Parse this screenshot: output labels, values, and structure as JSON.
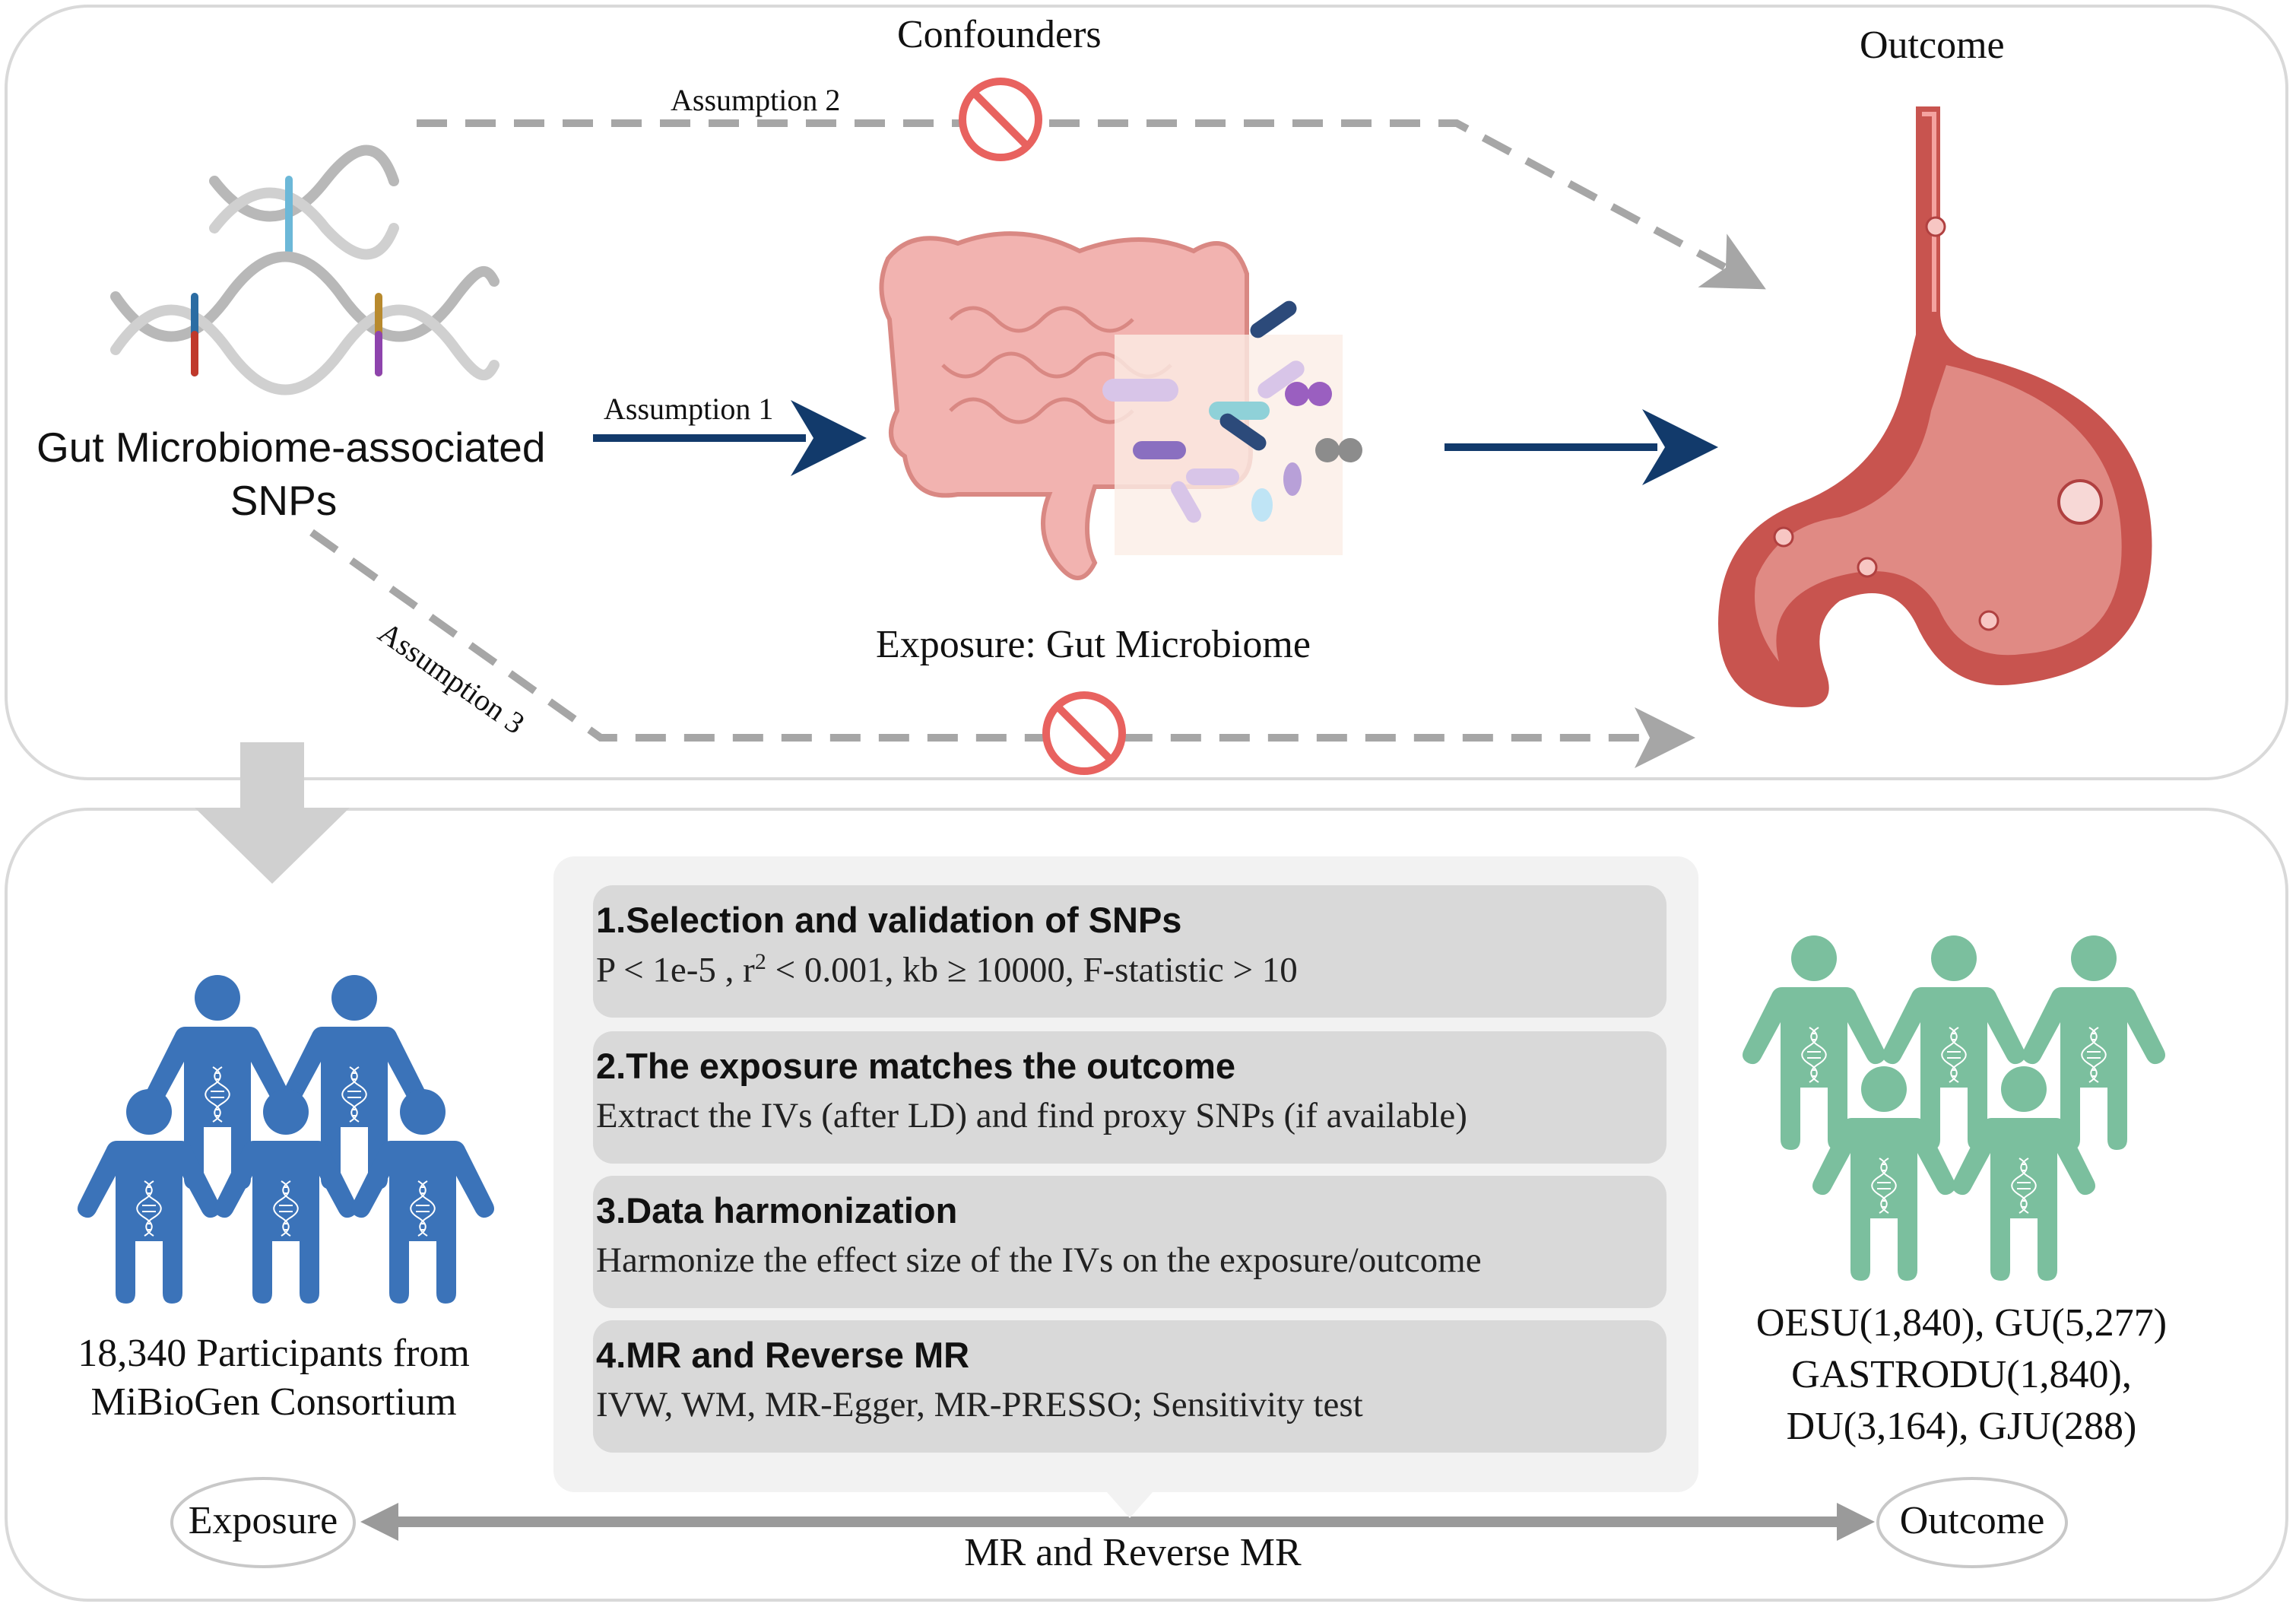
{
  "top": {
    "confounders": "Confounders",
    "outcome": "Outcome",
    "assumption1": "Assumption 1",
    "assumption2": "Assumption 2",
    "assumption3": "Assumption 3",
    "snps_line1": "Gut Microbiome-associated",
    "snps_line2": "SNPs",
    "exposure": "Exposure: Gut Microbiome"
  },
  "steps": [
    {
      "title": "1.Selection and validation of SNPs",
      "detail_a": "P < 1e-5 , r",
      "detail_sup": "2",
      "detail_b": " < 0.001, kb ≥ 10000, F-statistic > 10"
    },
    {
      "title": "2.The exposure matches the outcome",
      "detail": "Extract the IVs (after LD) and find proxy SNPs (if available)"
    },
    {
      "title": "3.Data harmonization",
      "detail": "Harmonize the effect size of  the IVs on the exposure/outcome"
    },
    {
      "title": "4.MR and Reverse MR",
      "detail": "IVW, WM, MR-Egger, MR-PRESSO; Sensitivity test"
    }
  ],
  "bottom": {
    "participants_line1": "18,340 Participants from",
    "participants_line2": "MiBioGen Consortium",
    "outcome_line1": "OESU(1,840), GU(5,277)",
    "outcome_line2": "GASTRODU(1,840),",
    "outcome_line3": "DU(3,164), GJU(288)",
    "exposure_oval": "Exposure",
    "outcome_oval": "Outcome",
    "mr_label": "MR and Reverse MR"
  },
  "colors": {
    "navy": "#123a6b",
    "dashed": "#a6a6a6",
    "prohibit": "#e8625f",
    "people_blue": "#3b73b9",
    "people_green": "#7bbf9e",
    "panel_border": "#d9d9d9",
    "step_bg": "#d9d9d9",
    "steps_box_bg": "#f2f2f2"
  }
}
